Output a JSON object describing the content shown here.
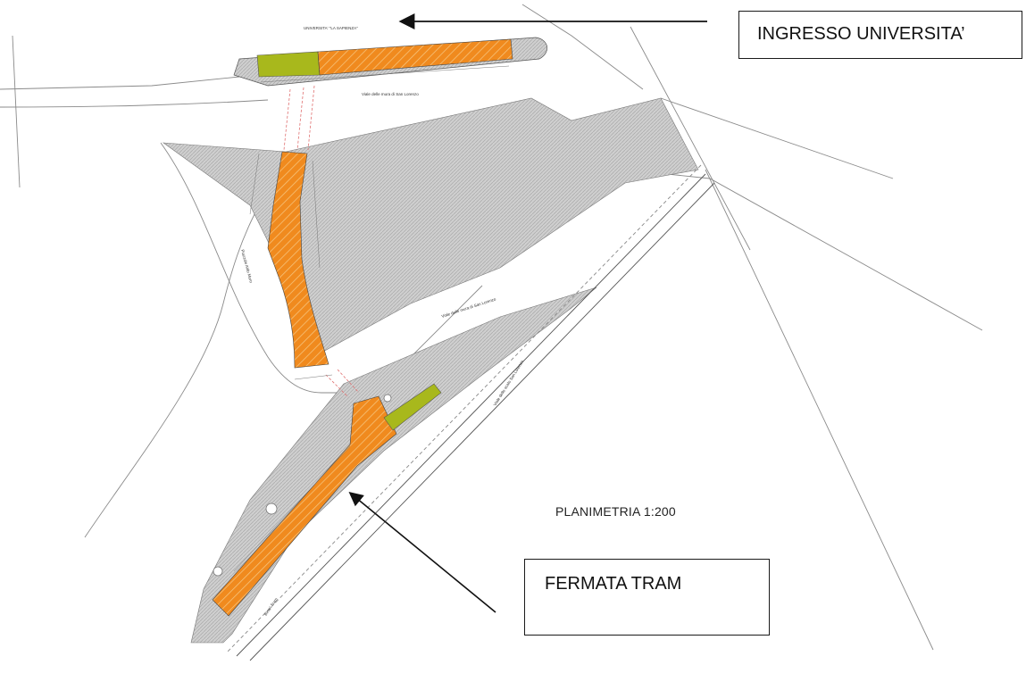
{
  "callouts": {
    "ingresso": "INGRESSO UNIVERSITA’",
    "tram": "FERMATA TRAM"
  },
  "scale_title": "PLANIMETRIA 1:200",
  "plan_labels": {
    "university": "UNIVERSITA' \"LA SAPIENZA\"",
    "viale_top": "Viale delle mura di San Lorenzo",
    "viale_mid": "Viale delle mura di San Lorenzo",
    "piazzale": "Piazzale Aldo Moro",
    "viale_tram": "Viale dello scalo San Lorenzo",
    "binari": "Binari Tram"
  },
  "colors": {
    "ramp_orange": "#f08a1e",
    "green_area": "#a8b81c",
    "hatched_gray": "#c8c8c8",
    "line": "#333333",
    "arrow": "#111111"
  }
}
